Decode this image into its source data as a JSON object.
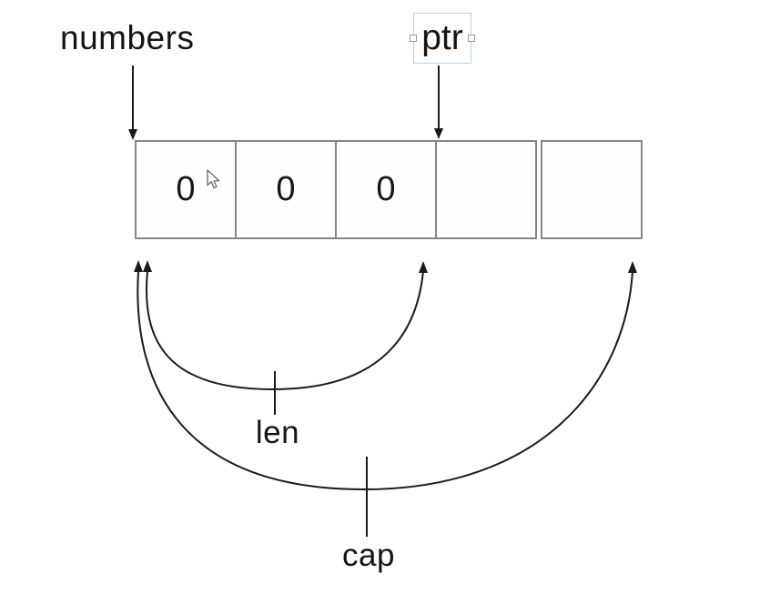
{
  "diagram": {
    "labels": {
      "numbers": "numbers",
      "ptr": "ptr",
      "len": "len",
      "cap": "cap"
    },
    "array": {
      "cells": [
        "0",
        "0",
        "0",
        "",
        ""
      ]
    },
    "colors": {
      "line": "#1a1a1a",
      "cell_border": "#868686",
      "selection_border": "#b9cfe9",
      "handle_border": "#9a9a9a",
      "text": "#151515"
    }
  }
}
